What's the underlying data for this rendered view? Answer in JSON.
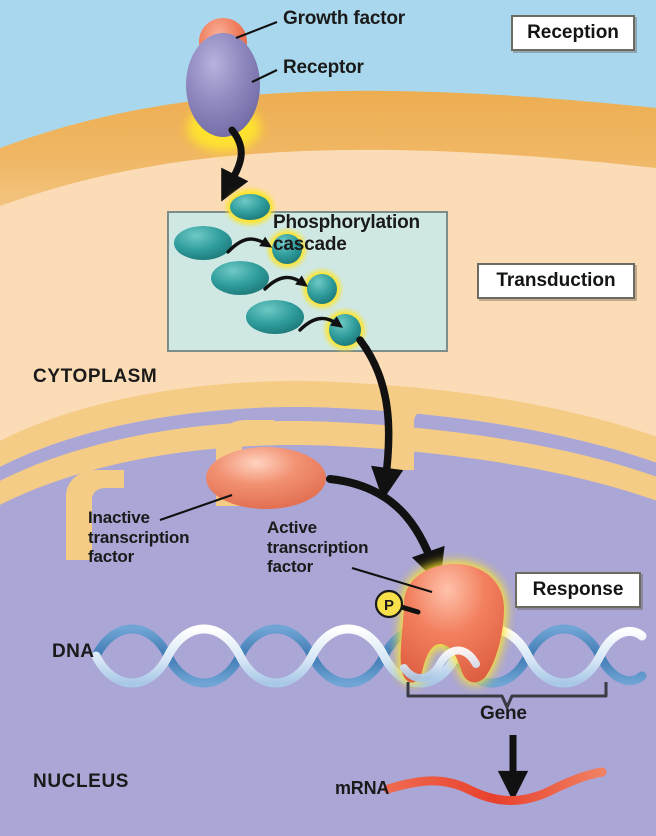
{
  "diagram": {
    "title_stages": [
      {
        "key": "reception",
        "label": "Reception"
      },
      {
        "key": "transduction",
        "label": "Transduction"
      },
      {
        "key": "response",
        "label": "Response"
      }
    ],
    "labels": {
      "growth_factor": "Growth factor",
      "receptor": "Receptor",
      "phosphorylation_cascade": "Phosphorylation\ncascade",
      "cytoplasm": "CYTOPLASM",
      "inactive_tf": "Inactive\ntranscription\nfactor",
      "active_tf": "Active\ntranscription\nfactor",
      "dna": "DNA",
      "gene": "Gene",
      "nucleus": "NUCLEUS",
      "mrna": "mRNA",
      "phosphate": "P"
    },
    "colors": {
      "extracellular": "#a9d8ee",
      "membrane": "#eeb45f",
      "cytoplasm": "#fbdcb6",
      "nucleoplasm": "#aaa6d6",
      "nuclear_envelope": "#f5cc85",
      "cascade_box_fill": "#cfe8e4",
      "cascade_box_border": "#7d8d8c",
      "receptor_purple": "#8e88bd",
      "growth_factor_red": "#ef7a5c",
      "kinase_teal": "#2f9a9a",
      "glow_yellow": "#ffe93a",
      "transcription_factor": "#ef7f63",
      "dna_strand_dark": "#4f86c0",
      "dna_strand_light": "#e8f1fa",
      "mrna_red": "#ea4f3c",
      "arrow_black": "#111111",
      "phosphate_yellow": "#f7e04a"
    },
    "cascade": {
      "kinase_count_inactive": 3,
      "kinase_count_active": 4,
      "arrow_count": 3
    }
  }
}
